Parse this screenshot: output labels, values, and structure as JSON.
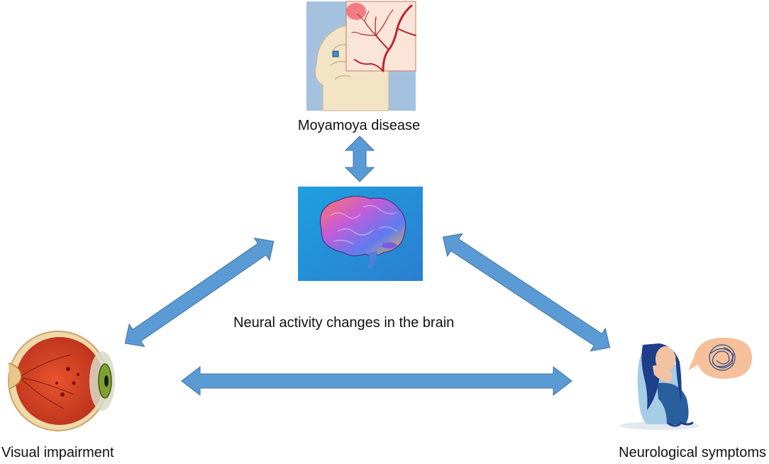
{
  "nodes": {
    "moyamoya": {
      "label": "Moyamoya disease",
      "icon": "head-angiogram-icon"
    },
    "brain": {
      "label": "Neural activity changes in the brain",
      "icon": "brain-icon"
    },
    "visual": {
      "label": "Visual impairment",
      "icon": "eye-cross-section-icon"
    },
    "neuro": {
      "label": "Neurological symptoms",
      "icon": "distressed-person-icon"
    }
  },
  "edges": [
    {
      "from": "moyamoya",
      "to": "brain",
      "style": "double-arrow"
    },
    {
      "from": "brain",
      "to": "visual",
      "style": "double-arrow"
    },
    {
      "from": "brain",
      "to": "neuro",
      "style": "double-arrow"
    },
    {
      "from": "visual",
      "to": "neuro",
      "style": "double-arrow"
    }
  ],
  "colors": {
    "arrow_fill": "#5b9bd5",
    "arrow_stroke": "#41719c",
    "brain_panel": "#2aa7e6",
    "moyamoya_panel": "#a4c2e0"
  }
}
